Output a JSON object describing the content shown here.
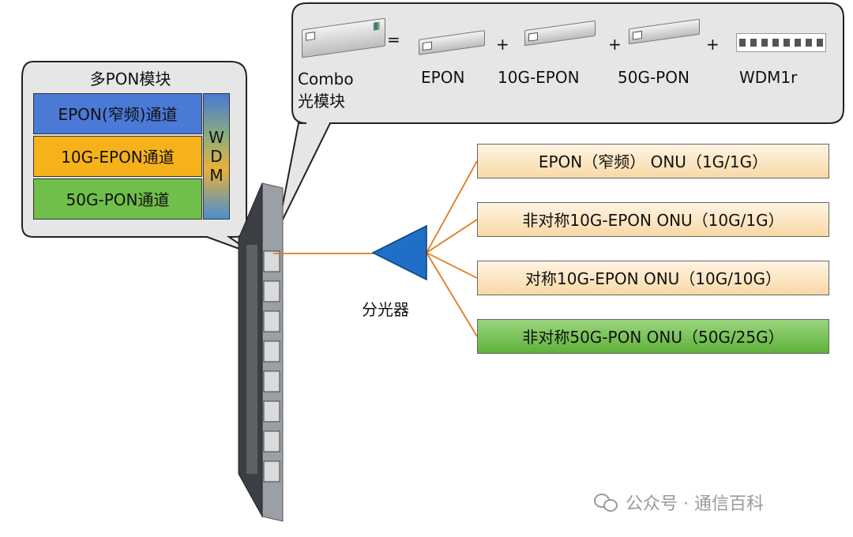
{
  "multi_pon": {
    "title": "多PON模块",
    "channels": [
      {
        "label": "EPON(窄频)通道",
        "color": "#4a79d6"
      },
      {
        "label": "10G-EPON通道",
        "color": "#f6b21a"
      },
      {
        "label": "50G-PON通道",
        "color": "#70bf4a"
      }
    ],
    "wdm_letters": [
      "W",
      "D",
      "M"
    ]
  },
  "combo": {
    "label_line1": "Combo",
    "label_line2": "光模块",
    "equals": "=",
    "plus": "+",
    "parts": [
      "EPON",
      "10G-EPON",
      "50G-PON",
      "WDM1r"
    ]
  },
  "splitter": {
    "label": "分光器",
    "color": "#1f6fc7"
  },
  "onus": [
    {
      "label": "EPON（窄频） ONU（1G/1G）",
      "style": "orange"
    },
    {
      "label": "非对称10G-EPON ONU（10G/1G）",
      "style": "orange"
    },
    {
      "label": "对称10G-EPON ONU（10G/10G）",
      "style": "orange"
    },
    {
      "label": "非对称50G-PON ONU（50G/25G）",
      "style": "green"
    }
  ],
  "fiber_color": "#e07a1f",
  "watermark": {
    "text": "公众号 · 通信百科"
  }
}
